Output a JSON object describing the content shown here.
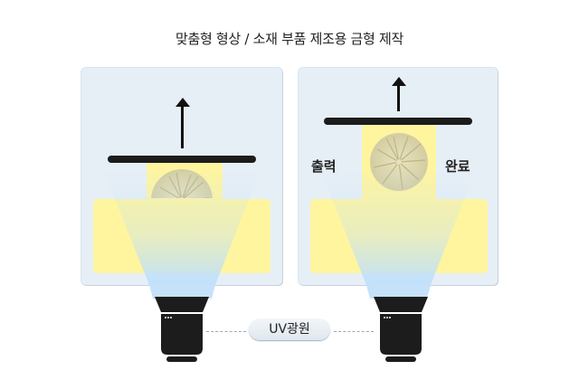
{
  "title": "맞춤형 형상 / 소재 부품 제조용 금형 제작",
  "panels": [
    {
      "name": "printing-in-progress",
      "arrow": "up"
    },
    {
      "name": "printing-complete",
      "arrow": "up",
      "label_left": "출력",
      "label_right": "완료"
    }
  ],
  "light_source": {
    "label": "UV광원"
  },
  "colors": {
    "panel_bg": "#e7eff6",
    "resin": "#fff59f",
    "uv_light": "#bfe0fa",
    "platform": "#1c1c1c",
    "projector": "#1c1c1c",
    "part": "#d8d2a8"
  }
}
